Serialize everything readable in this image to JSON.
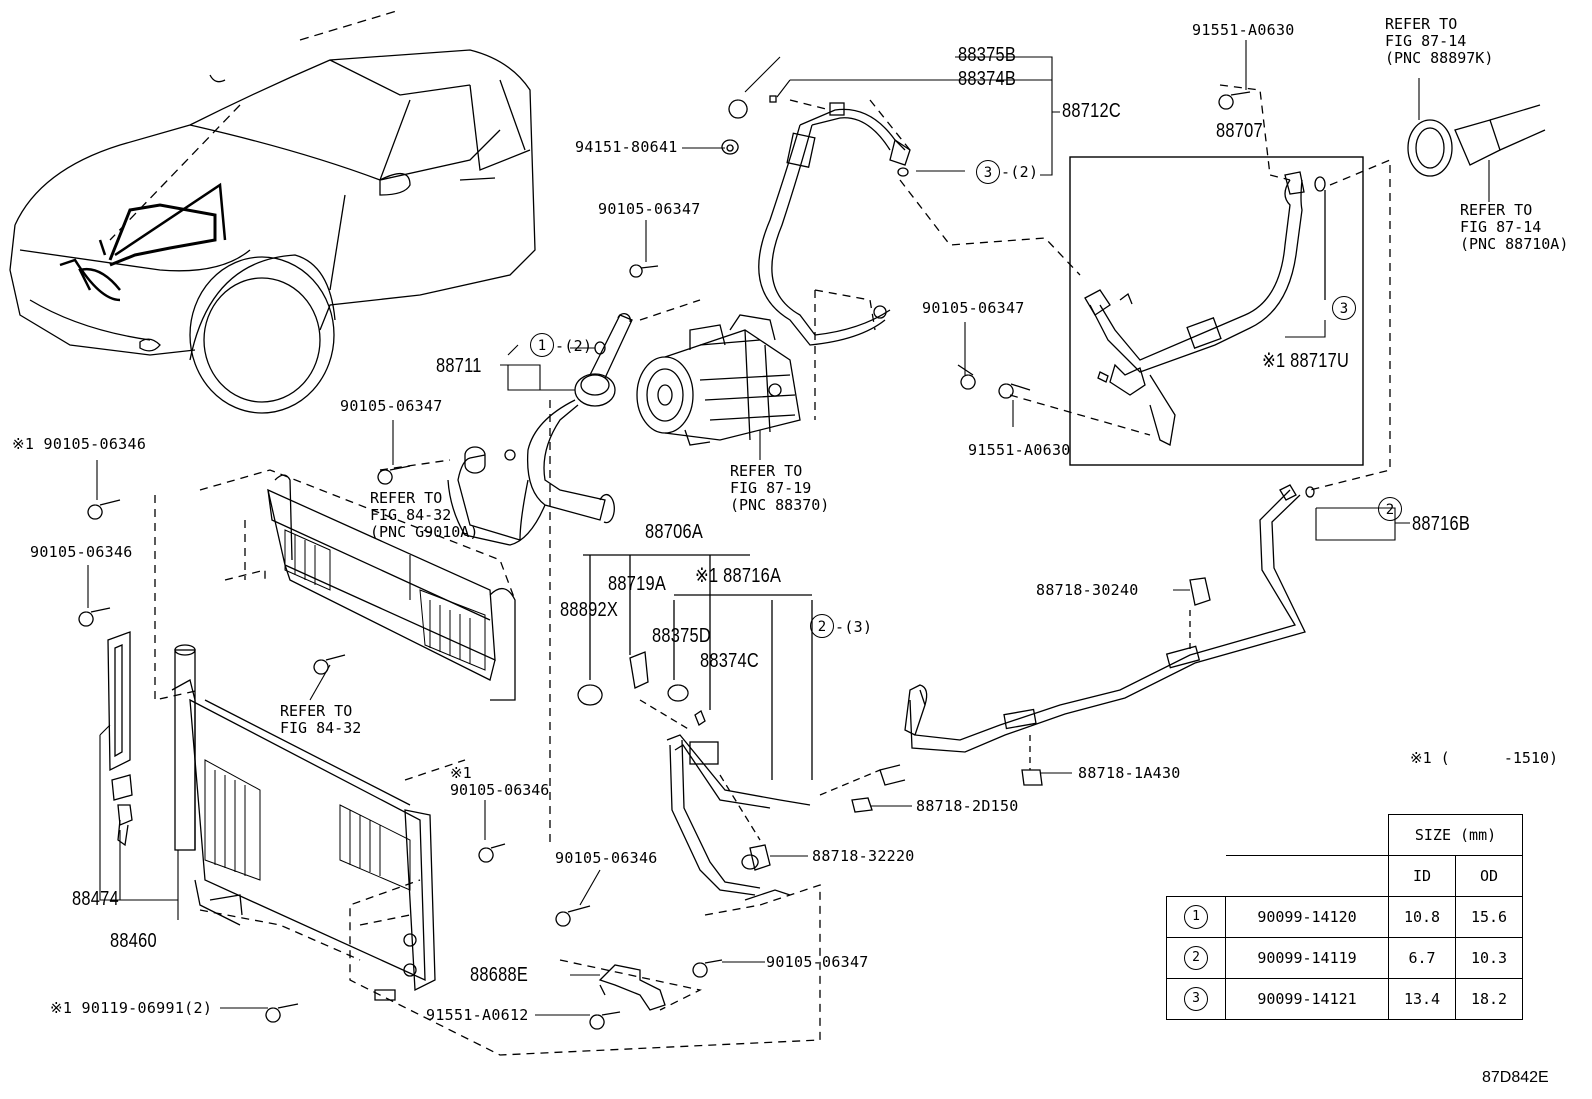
{
  "labels": {
    "p88375B": "88375B",
    "p88374B": "88374B",
    "p88712C": "88712C",
    "p91551_A0630_top": "91551-A0630",
    "refer_87_14_a": "REFER TO\nFIG 87-14\n(PNC 88897K)",
    "p94151_80641": "94151-80641",
    "c3_2": "-(2)",
    "p88707": "88707",
    "refer_87_14_b": "REFER TO\nFIG 87-14\n(PNC 88710A)",
    "p90105_06347_a": "90105-06347",
    "p90105_06347_b": "90105-06347",
    "p88711": "88711",
    "c1_2": "-(2)",
    "p88717U": "※1 88717U",
    "p90105_06347_c": "90105-06347",
    "p91551_A0630_mid": "91551-A0630",
    "refer_87_19": "REFER TO\nFIG 87-19\n(PNC 88370)",
    "p90105_06346_a": "※1 90105-06346",
    "refer_84_32_a": "REFER TO\nFIG 84-32\n(PNC G9010A)",
    "p88716B": "88716B",
    "p88706A": "88706A",
    "p90105_06346_b": "90105-06346",
    "p88719A": "88719A",
    "p88716A": "※1 88716A",
    "p88892X": "88892X",
    "c2_3": "-(3)",
    "p88718_30240": "88718-30240",
    "p88375D": "88375D",
    "p88374C": "88374C",
    "refer_84_32_b": "REFER TO\nFIG 84-32",
    "p88718_1A430": "88718-1A430",
    "note_1510": "※1 (      -1510)",
    "p90105_06346_c": "※1\n90105-06346",
    "p88718_2D150": "88718-2D150",
    "p88718_32220": "88718-32220",
    "p90105_06346_d": "90105-06346",
    "p88474": "88474",
    "p88460": "88460",
    "p88688E": "88688E",
    "p90105_06347_d": "90105-06347",
    "p90119_06991": "※1 90119-06991(2)",
    "p91551_A0612": "91551-A0612"
  },
  "circle_marks": {
    "one": "1",
    "two": "2",
    "three": "3"
  },
  "size_table": {
    "header": "SIZE (mm)",
    "col_id": "ID",
    "col_od": "OD",
    "rows": [
      {
        "mark": "1",
        "part": "90099-14120",
        "id": "10.8",
        "od": "15.6"
      },
      {
        "mark": "2",
        "part": "90099-14119",
        "id": "6.7",
        "od": "10.3"
      },
      {
        "mark": "3",
        "part": "90099-14121",
        "id": "13.4",
        "od": "18.2"
      }
    ]
  },
  "figure_code": "87D842E"
}
